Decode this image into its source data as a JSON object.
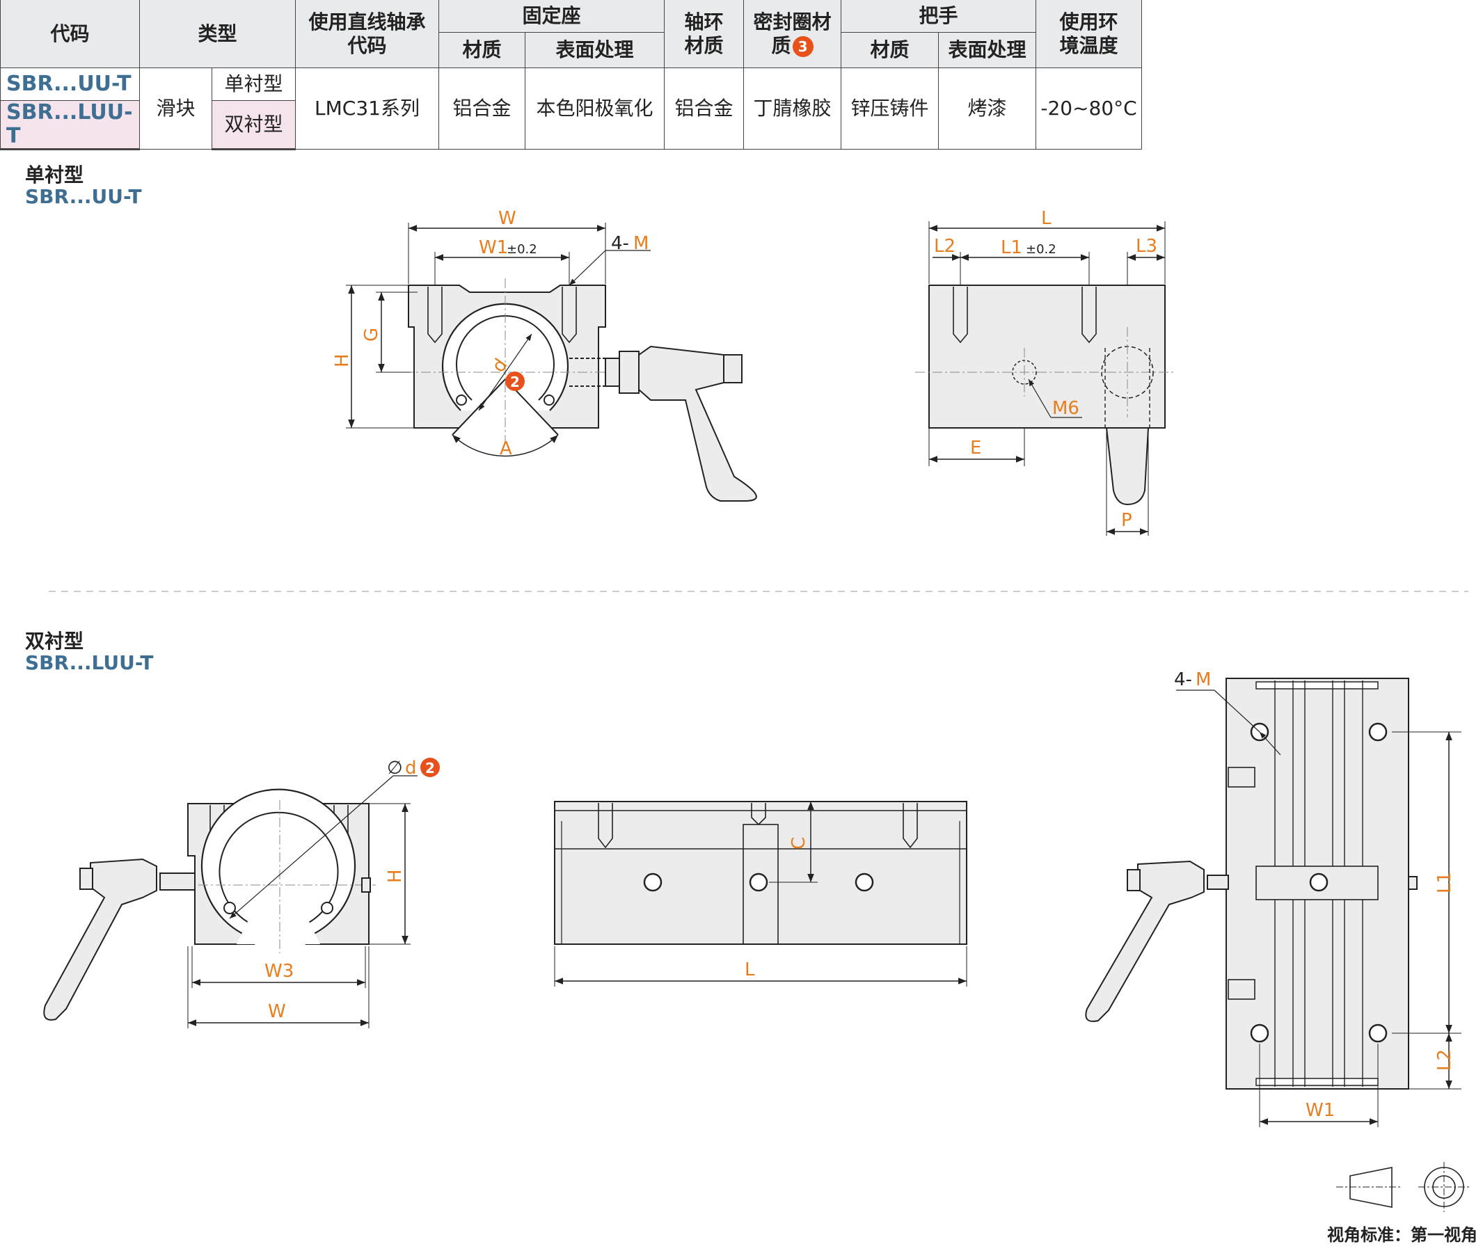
{
  "table": {
    "headers": {
      "code": "代码",
      "type": "类型",
      "bearing_code": "使用直线轴承代码",
      "fixed_seat": "固定座",
      "shaft_ring": "轴环材质",
      "seal": "密封圈材质",
      "handle": "把手",
      "use_env": "使用环境温度",
      "material": "材质",
      "surface": "表面处理",
      "seal_badge": "3"
    },
    "rows": [
      {
        "code": "SBR...UU-T",
        "type_main": "滑块",
        "type_sub": "单衬型",
        "bearing": "LMC31系列",
        "seat_material": "铝合金",
        "seat_surface": "本色阳极氧化",
        "ring_material": "铝合金",
        "seal_material": "丁腈橡胶",
        "handle_material": "锌压铸件",
        "handle_surface": "烤漆",
        "temperature": "-20~80°C"
      },
      {
        "code": "SBR...LUU-T",
        "type_sub": "双衬型"
      }
    ]
  },
  "sections": {
    "single": {
      "title": "单衬型",
      "code": "SBR...UU-T"
    },
    "double": {
      "title": "双衬型",
      "code": "SBR...LUU-T"
    }
  },
  "dims": {
    "W": "W",
    "W1": "W1",
    "W3": "W3",
    "tol": "±0.2",
    "four": "4-",
    "M": "M",
    "H": "H",
    "G": "G",
    "d": "d",
    "badge2": "2",
    "A": "A",
    "L": "L",
    "L1": "L1",
    "L2": "L2",
    "L3": "L3",
    "M6": "M6",
    "E": "E",
    "P": "P",
    "C": "C",
    "phi": "∅"
  },
  "footnote": "视角标准：第一视角",
  "colors": {
    "dim": "#e87d1e",
    "code": "#3e6f93",
    "badge": "#e8511c",
    "part": "#ececec",
    "header": "#e9eaec"
  }
}
